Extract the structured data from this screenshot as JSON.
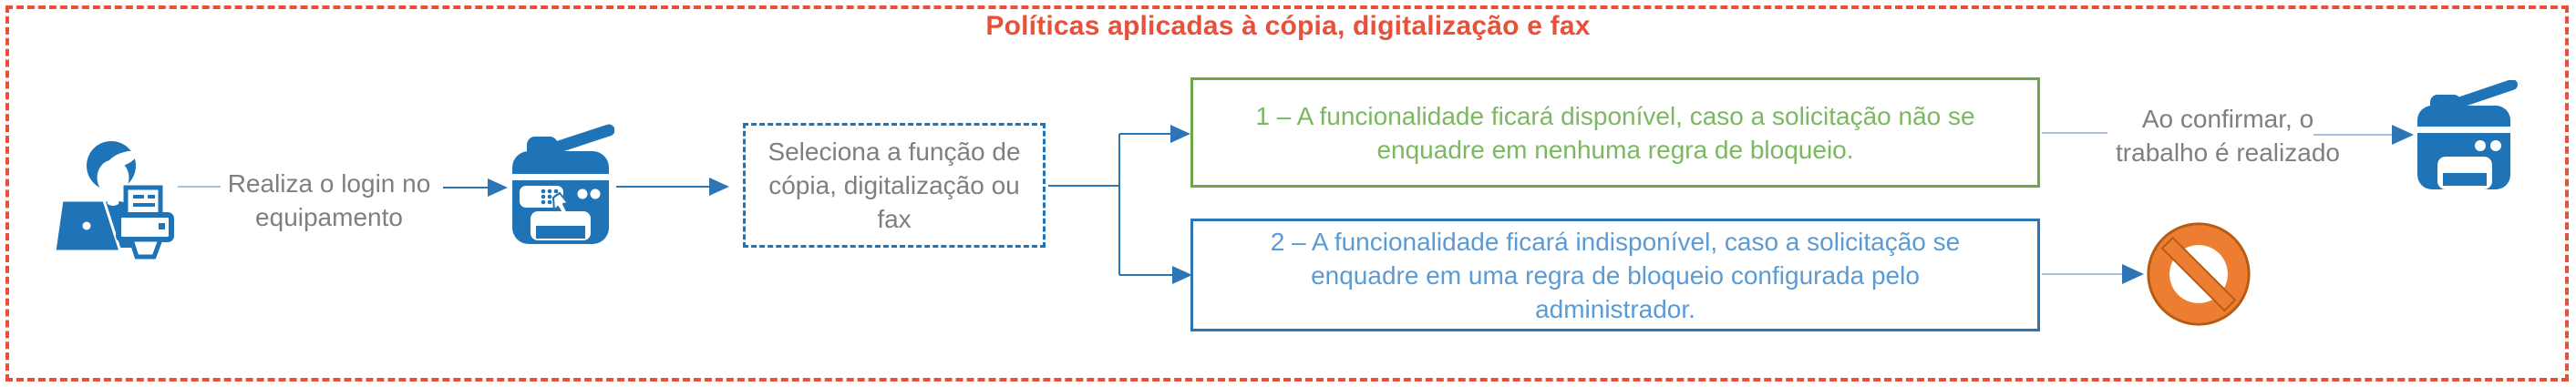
{
  "title": "Políticas aplicadas à cópia, digitalização e fax",
  "flow": {
    "login_text": "Realiza o login no equipamento",
    "select_box_text": "Seleciona a função de cópia, digitalização ou fax",
    "outcome_available_text": "1 – A funcionalidade ficará disponível, caso a solicitação não se enquadre em nenhuma regra de bloqueio.",
    "outcome_blocked_text": "2 – A funcionalidade ficará indisponível, caso a solicitação se enquadre em uma regra de bloqueio configurada pelo administrador.",
    "confirm_text": "Ao confirmar, o trabalho é realizado"
  },
  "icons": {
    "user_login": "user-at-computer-with-printer-icon",
    "device_select": "multifunction-printer-touch-icon",
    "job_output": "multifunction-printer-icon",
    "blocked": "prohibition-icon"
  },
  "colors": {
    "title_red": "#E8503A",
    "border_red": "#E8503A",
    "icon_blue": "#1F74B8",
    "connector_blue": "#2E75B6",
    "connector_light": "#A9C0DE",
    "green_border": "#6CA843",
    "green_text": "#7CB861",
    "blue_border": "#2E75B6",
    "blue_text": "#5B9BD5",
    "gray_text": "#7F7F7F",
    "orange": "#ED7D31",
    "orange_dark": "#B65A14"
  }
}
